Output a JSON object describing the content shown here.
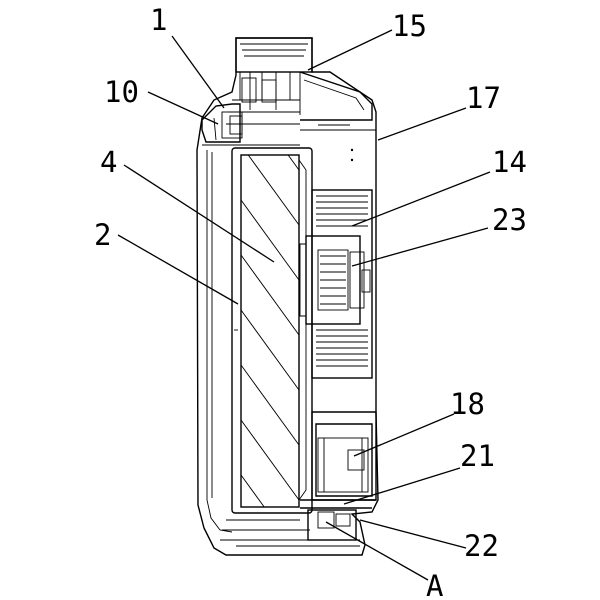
{
  "labels": {
    "l1": "1",
    "l15": "15",
    "l10": "10",
    "l17": "17",
    "l4": "4",
    "l14": "14",
    "l2": "2",
    "l23": "23",
    "l18": "18",
    "l21": "21",
    "l22": "22",
    "lA": "A"
  }
}
